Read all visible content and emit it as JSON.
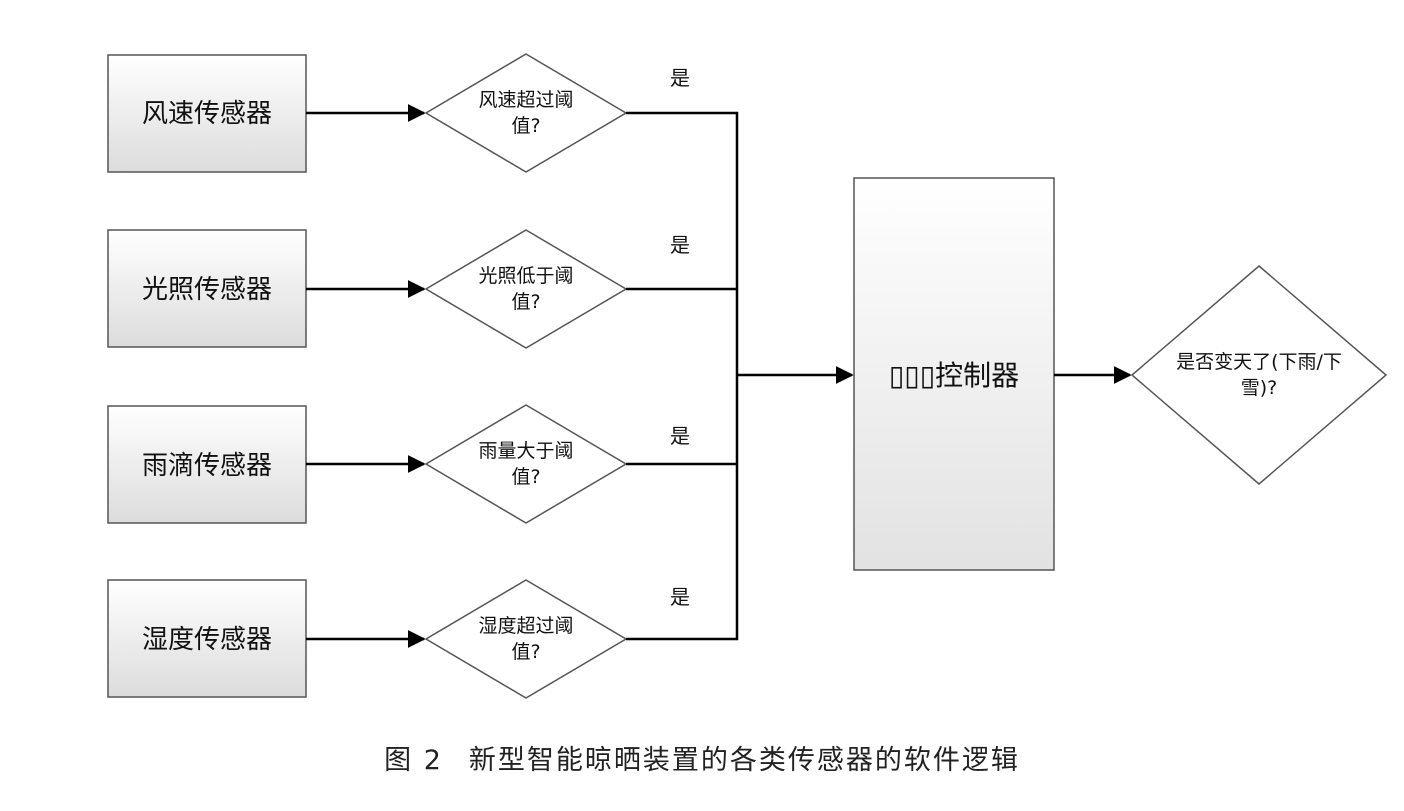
{
  "sensors": [
    {
      "label": "风速传感器",
      "decision": [
        "风速超过阈",
        "值?"
      ],
      "yes": "是"
    },
    {
      "label": "光照传感器",
      "decision": [
        "光照低于阈",
        "值?"
      ],
      "yes": "是"
    },
    {
      "label": "雨滴传感器",
      "decision": [
        "雨量大于阈",
        "值?"
      ],
      "yes": "是"
    },
    {
      "label": "湿度传感器",
      "decision": [
        "湿度超过阈",
        "值?"
      ],
      "yes": "是"
    }
  ],
  "controller": {
    "label": "▯▯▯控制器"
  },
  "final_decision": [
    "是否变天了(下雨/下",
    "雪)?"
  ],
  "caption": {
    "fig": "图 2",
    "text": "新型智能晾晒装置的各类传感器的软件逻辑"
  }
}
